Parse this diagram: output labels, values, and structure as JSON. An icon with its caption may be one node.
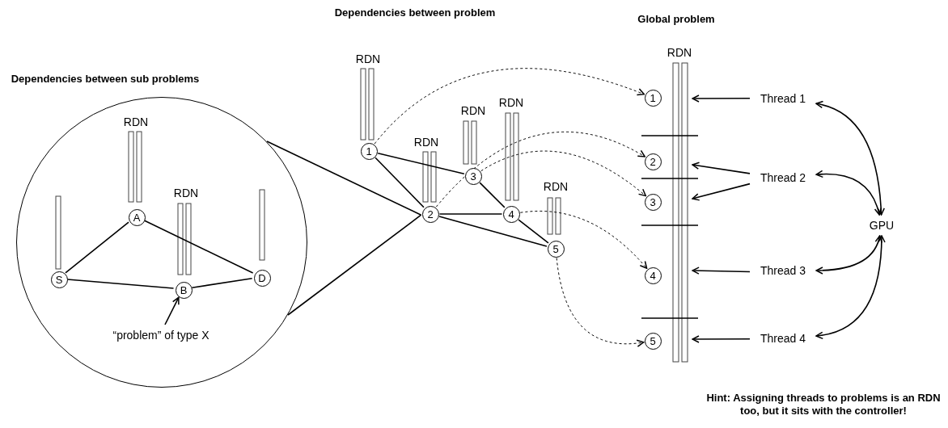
{
  "diagram": {
    "nodes": [
      {
        "text": [],
        "shape": "circle"
      },
      {
        "text": [
          "A"
        ],
        "in": 0
      },
      {
        "text": [
          "S"
        ],
        "in": 0
      },
      {
        "text": [
          "B"
        ],
        "in": 0
      },
      {
        "text": [
          "D"
        ],
        "in": 0
      },
      {
        "text": [
          "“problem” of type X"
        ],
        "in": 0
      },
      {
        "text": [
          "1"
        ]
      },
      {
        "text": [
          "2"
        ]
      },
      {
        "text": [
          "3"
        ]
      },
      {
        "text": [
          "4"
        ]
      },
      {
        "text": [
          "5"
        ]
      },
      {
        "text": [
          "1"
        ]
      },
      {
        "text": [
          "2"
        ]
      },
      {
        "text": [
          "3"
        ]
      },
      {
        "text": [
          "4"
        ]
      },
      {
        "text": [
          "5"
        ]
      },
      {
        "text": [
          "Thread 1"
        ]
      },
      {
        "text": [
          "Thread 2"
        ]
      },
      {
        "text": [
          "Thread 3"
        ]
      },
      {
        "text": [
          "Thread 4"
        ]
      },
      {
        "text": [
          "GPU"
        ]
      }
    ],
    "edges": [
      {
        "from": 1,
        "to": 2,
        "arrow": "none"
      },
      {
        "from": 1,
        "to": 4,
        "arrow": "none"
      },
      {
        "from": 2,
        "to": 3,
        "arrow": "none"
      },
      {
        "from": 3,
        "to": 4,
        "arrow": "none"
      },
      {
        "from": 5,
        "to": 3,
        "arrow": "to"
      },
      {
        "from": 0,
        "to": 7,
        "arrow": "none"
      },
      {
        "from": 0,
        "to": 7,
        "arrow": "none"
      },
      {
        "from": 6,
        "to": 8,
        "arrow": "none"
      },
      {
        "from": 6,
        "to": 7,
        "arrow": "none"
      },
      {
        "from": 7,
        "to": 9,
        "arrow": "none"
      },
      {
        "from": 7,
        "to": 10,
        "arrow": "none"
      },
      {
        "from": 8,
        "to": 9,
        "arrow": "none"
      },
      {
        "from": 9,
        "to": 10,
        "arrow": "none"
      },
      {
        "from": 6,
        "to": 11,
        "arrow": "to",
        "style": "dashed"
      },
      {
        "from": 7,
        "to": 12,
        "arrow": "to",
        "style": "dashed"
      },
      {
        "from": 8,
        "to": 13,
        "arrow": "to",
        "style": "dashed"
      },
      {
        "from": 9,
        "to": 14,
        "arrow": "to",
        "style": "dashed"
      },
      {
        "from": 10,
        "to": 15,
        "arrow": "to",
        "style": "dashed"
      },
      {
        "from": 16,
        "to": 11,
        "arrow": "to"
      },
      {
        "from": 17,
        "to": 12,
        "arrow": "to"
      },
      {
        "from": 17,
        "to": 13,
        "arrow": "to"
      },
      {
        "from": 18,
        "to": 14,
        "arrow": "to"
      },
      {
        "from": 19,
        "to": 15,
        "arrow": "to"
      },
      {
        "from": 16,
        "to": 20,
        "arrow": "both"
      },
      {
        "from": 17,
        "to": 20,
        "arrow": "both"
      },
      {
        "from": 18,
        "to": 20,
        "arrow": "both"
      },
      {
        "from": 19,
        "to": 20,
        "arrow": "both"
      }
    ],
    "labels": [
      "Dependencies between problem",
      "Global problem",
      "RDN",
      "RDN",
      "Dependencies between sub problems",
      "RDN",
      "RDN",
      "RDN",
      "RDN",
      "RDN",
      "RDN",
      "Hint: Assigning threads to problems is an RDN too, but it sits with the controller!"
    ]
  }
}
